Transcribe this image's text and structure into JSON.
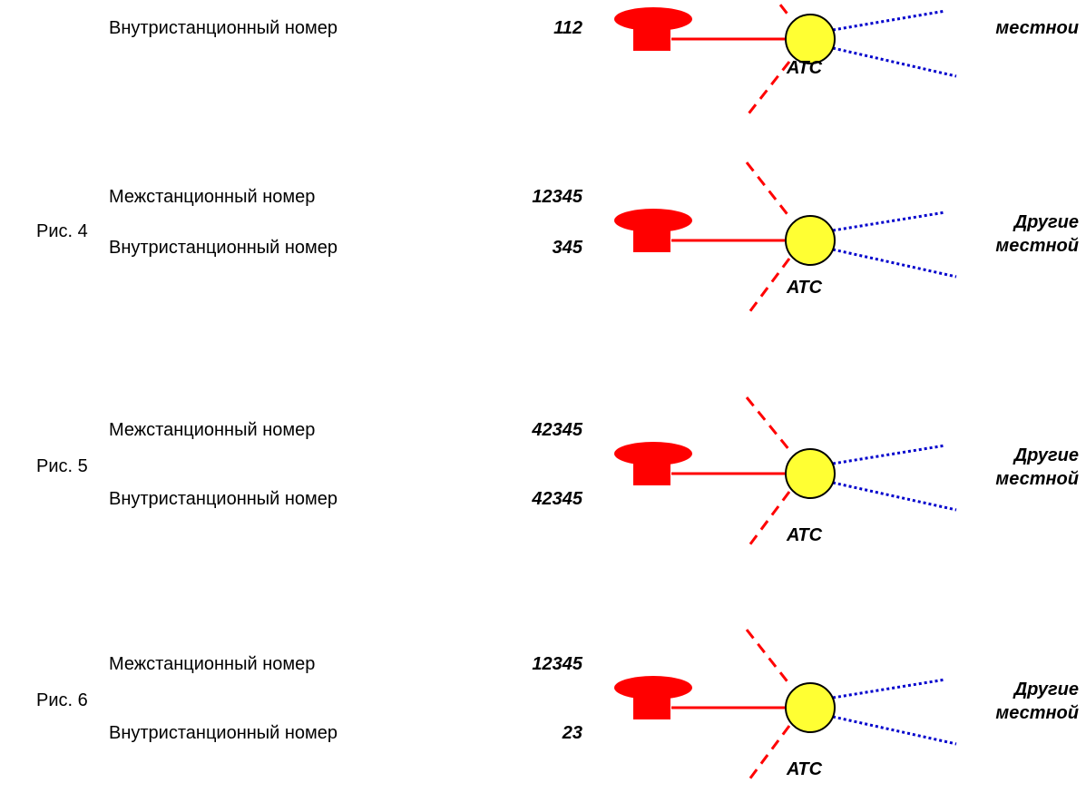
{
  "colors": {
    "phone": "#ff0000",
    "line": "#ff0000",
    "station_fill": "#ffff33",
    "other_line": "#0000cc"
  },
  "figures": [
    {
      "id": "partial",
      "fig_label": "",
      "intercity_label": "",
      "intercity_number": "",
      "local_label": "Внутристанционный номер",
      "local_number": "112",
      "station_label": "АТС",
      "other_line1": "",
      "other_line2": "местнои"
    },
    {
      "id": "fig4",
      "fig_label": "Рис. 4",
      "intercity_label": "Межстанционный номер",
      "intercity_number": "12345",
      "local_label": "Внутристанционный номер",
      "local_number": "345",
      "station_label": "АТС",
      "other_line1": "Другие",
      "other_line2": "местной"
    },
    {
      "id": "fig5",
      "fig_label": "Рис. 5",
      "intercity_label": "Межстанционный номер",
      "intercity_number": "42345",
      "local_label": "Внутристанционный номер",
      "local_number": "42345",
      "station_label": "АТС",
      "other_line1": "Другие",
      "other_line2": "местной"
    },
    {
      "id": "fig6",
      "fig_label": "Рис. 6",
      "intercity_label": "Межстанционный номер",
      "intercity_number": "12345",
      "local_label": "Внутристанционный номер",
      "local_number": "23",
      "station_label": "АТС",
      "other_line1": "Другие",
      "other_line2": "местной"
    }
  ]
}
